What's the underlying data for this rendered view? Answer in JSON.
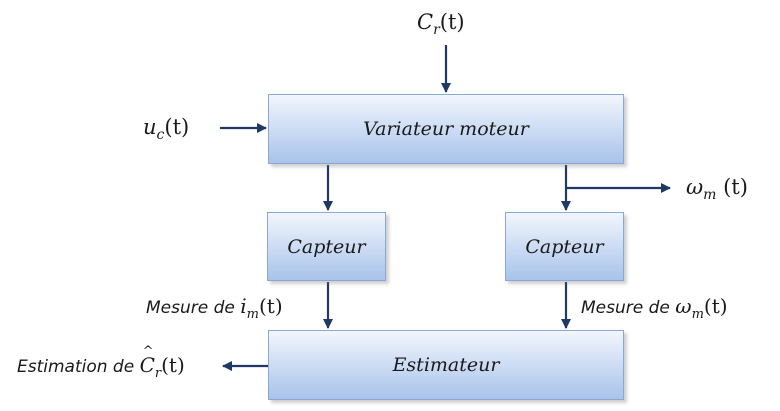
{
  "blocks": {
    "variateur": "Variateur moteur",
    "capteur_left": "Capteur",
    "capteur_right": "Capteur",
    "estimateur": "Estimateur"
  },
  "signals": {
    "cr": {
      "symbol": "C",
      "sub": "r",
      "arg": "(t)"
    },
    "uc": {
      "symbol": "u",
      "sub": "c",
      "arg": "(t)"
    },
    "wm": {
      "symbol": "ω",
      "sub": "m",
      "arg": " (t)"
    }
  },
  "measurements": {
    "left": {
      "prefix": "Mesure de ",
      "symbol": "i",
      "sub": "m",
      "arg": "(t)"
    },
    "right": {
      "prefix": "Mesure de ",
      "symbol": "ω",
      "sub": "m",
      "arg": "(t)"
    }
  },
  "output": {
    "prefix": "Estimation de ",
    "symbol": "C",
    "sub": "r",
    "arg": "(t)"
  },
  "colors": {
    "arrow": "#1f3864",
    "block_border": "#8aa8d4",
    "block_fill_top": "#f2f6fd",
    "block_fill_bottom": "#a9c3ea"
  }
}
